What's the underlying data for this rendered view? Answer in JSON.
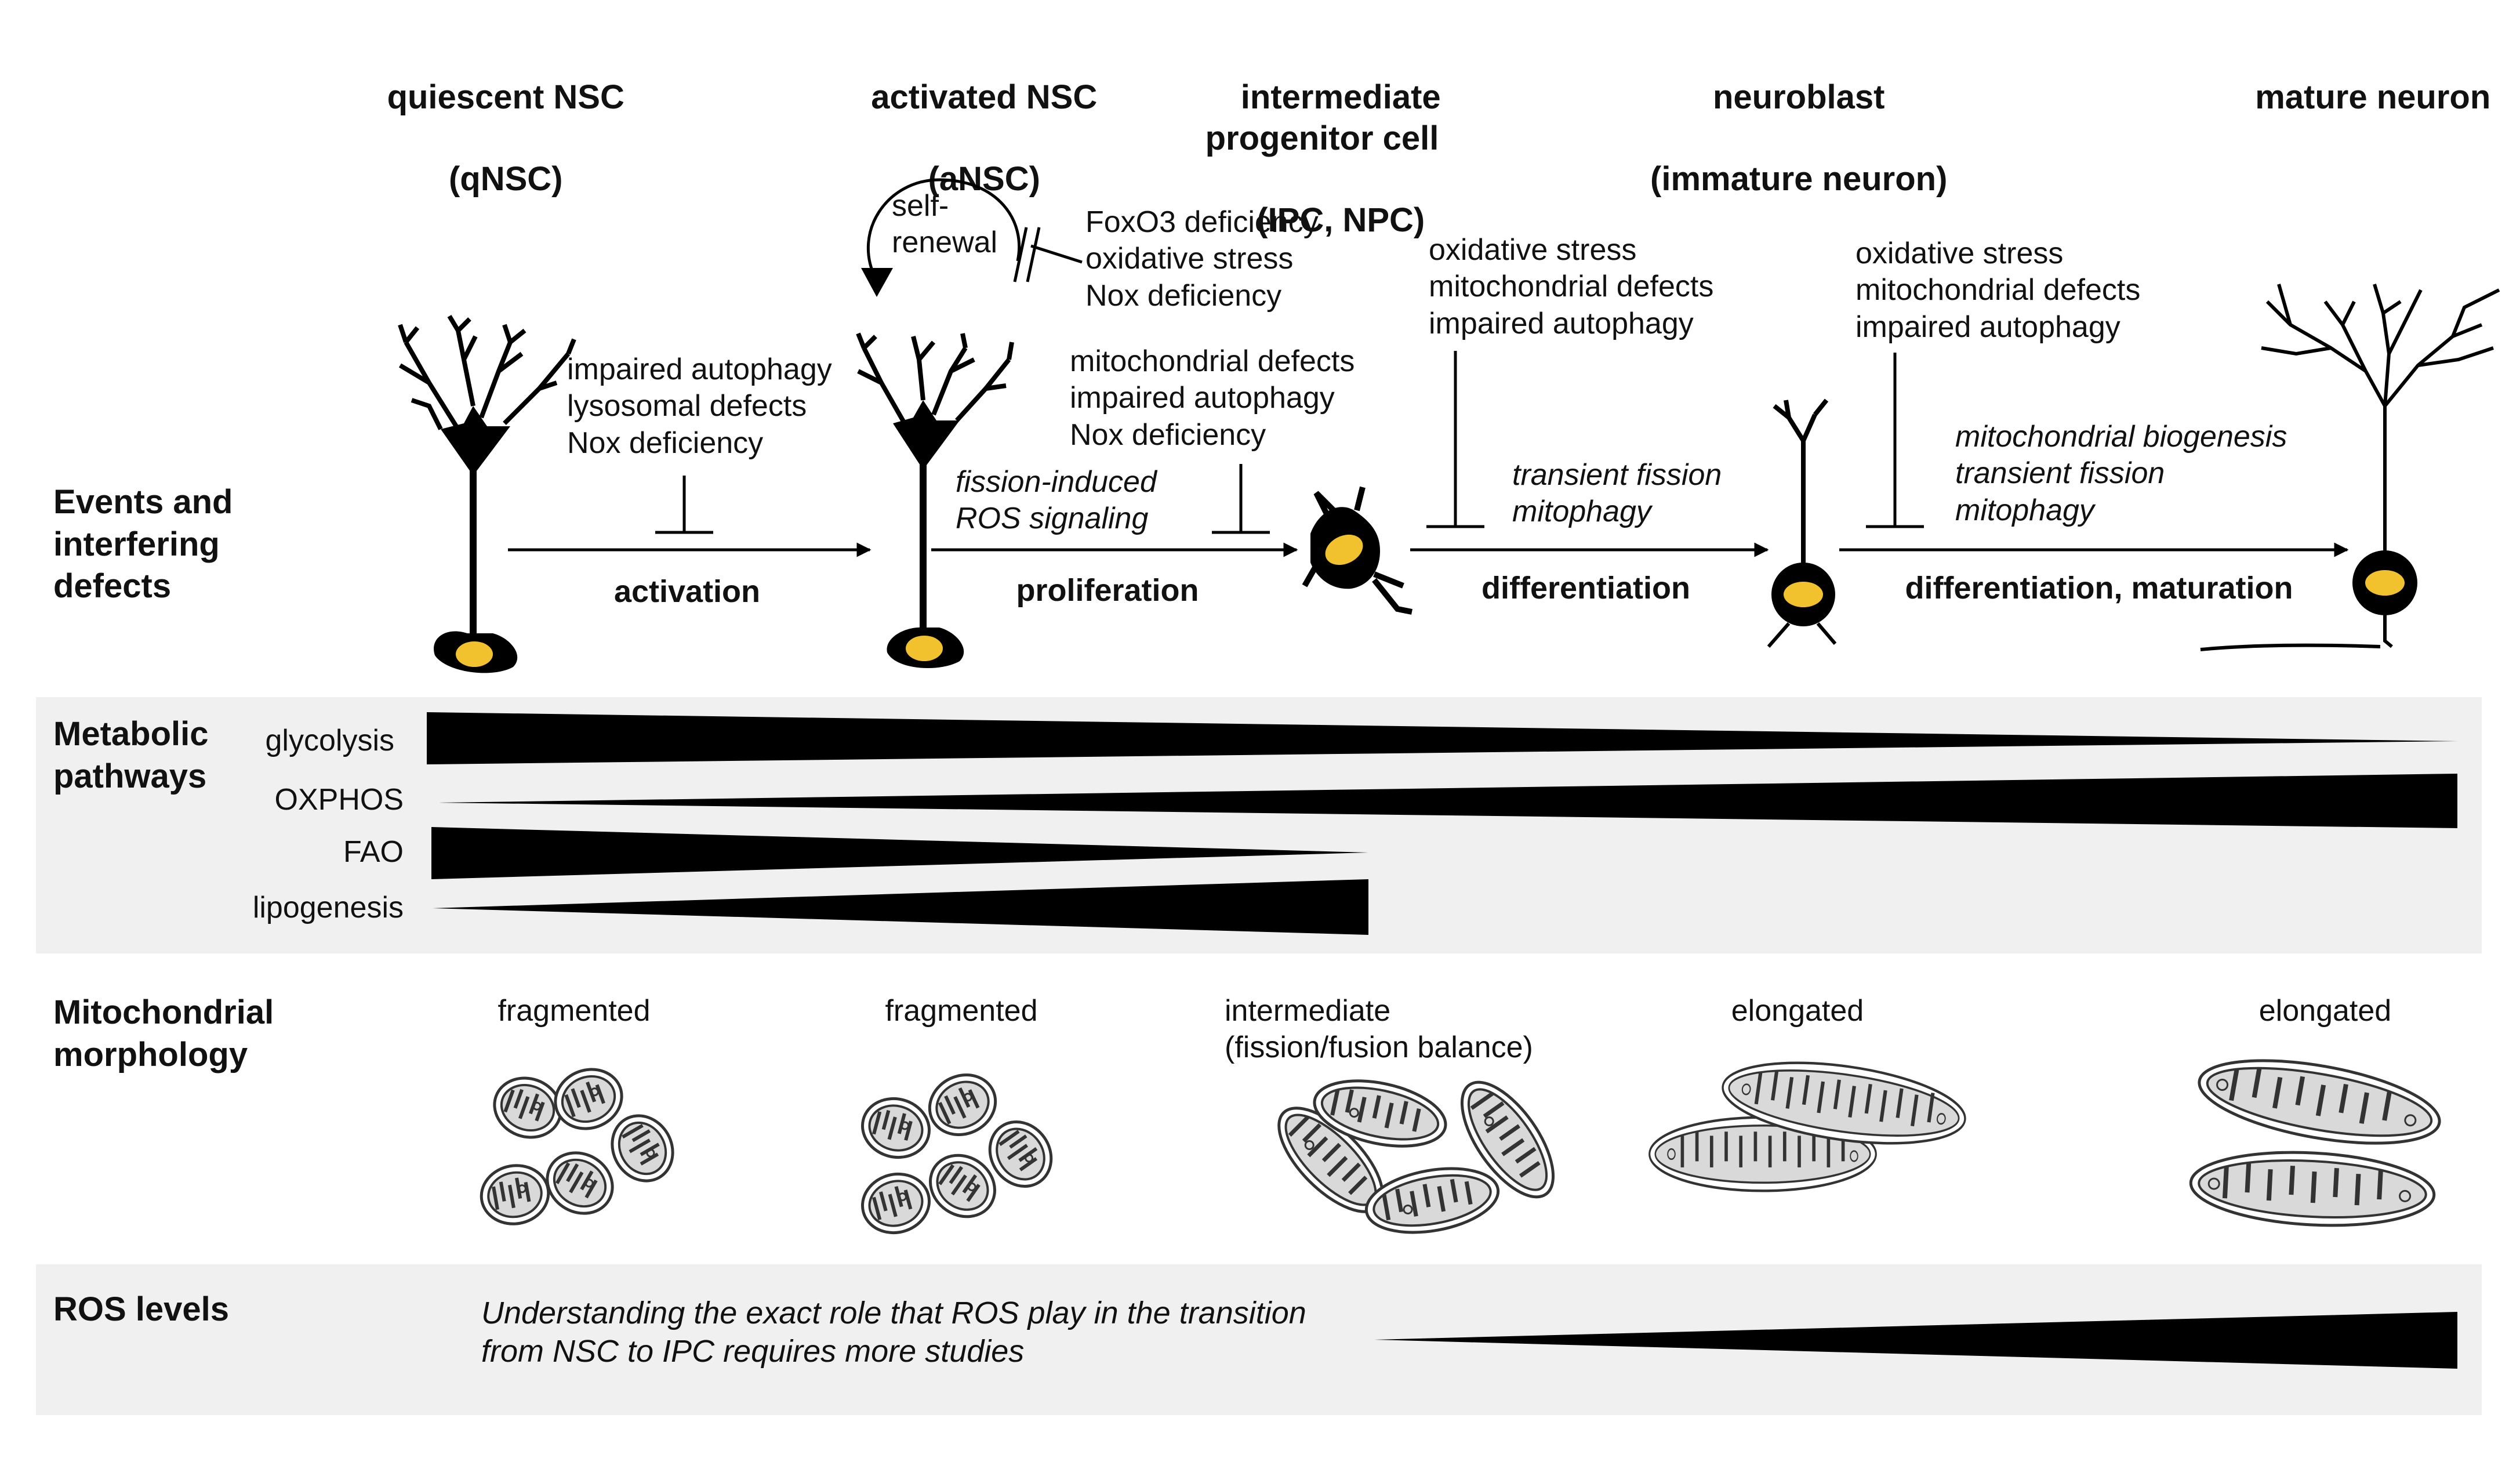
{
  "stages": [
    {
      "name": "quiescent NSC",
      "abbr": "(qNSC)"
    },
    {
      "name": "activated NSC",
      "abbr": "(aNSC)"
    },
    {
      "name": "intermediate\nprogenitor cell",
      "abbr": "(IPC, NPC)"
    },
    {
      "name": "neuroblast",
      "abbr": "(immature neuron)"
    },
    {
      "name": "mature neuron",
      "abbr": ""
    }
  ],
  "rows": {
    "events": "Events and\ninterfering\ndefects",
    "metabolic": "Metabolic\npathways",
    "mito": "Mitochondrial\nmorphology",
    "ros": "ROS levels"
  },
  "self_renewal": "self-\nrenewal",
  "defects": {
    "self_renewal": "FoxO3 deficiency\noxidative stress\nNox deficiency",
    "activation": "impaired autophagy\nlysosomal defects\nNox deficiency",
    "proliferation": "mitochondrial defects\nimpaired autophagy\nNox deficiency",
    "differentiation": "oxidative stress\nmitochondrial defects\nimpaired autophagy",
    "maturation": "oxidative stress\nmitochondrial defects\nimpaired autophagy"
  },
  "events": {
    "proliferation": "fission-induced\nROS signaling",
    "differentiation": "transient fission\nmitophagy",
    "maturation": "mitochondrial biogenesis\ntransient fission\nmitophagy"
  },
  "transitions": {
    "activation": "activation",
    "proliferation": "proliferation",
    "differentiation": "differentiation",
    "maturation": "differentiation, maturation"
  },
  "pathways": [
    "glycolysis",
    "OXPHOS",
    "FAO",
    "lipogenesis"
  ],
  "morphology": [
    "fragmented",
    "fragmented",
    "intermediate\n(fission/fusion balance)",
    "elongated",
    "elongated"
  ],
  "ros_note": "Understanding the exact role that ROS play in the transition\nfrom NSC to IPC requires more studies",
  "colors": {
    "band": "#f0f0f0",
    "ink": "#000000",
    "nucleus": "#f2c12e",
    "mito_fill": "#d9d9d9"
  }
}
